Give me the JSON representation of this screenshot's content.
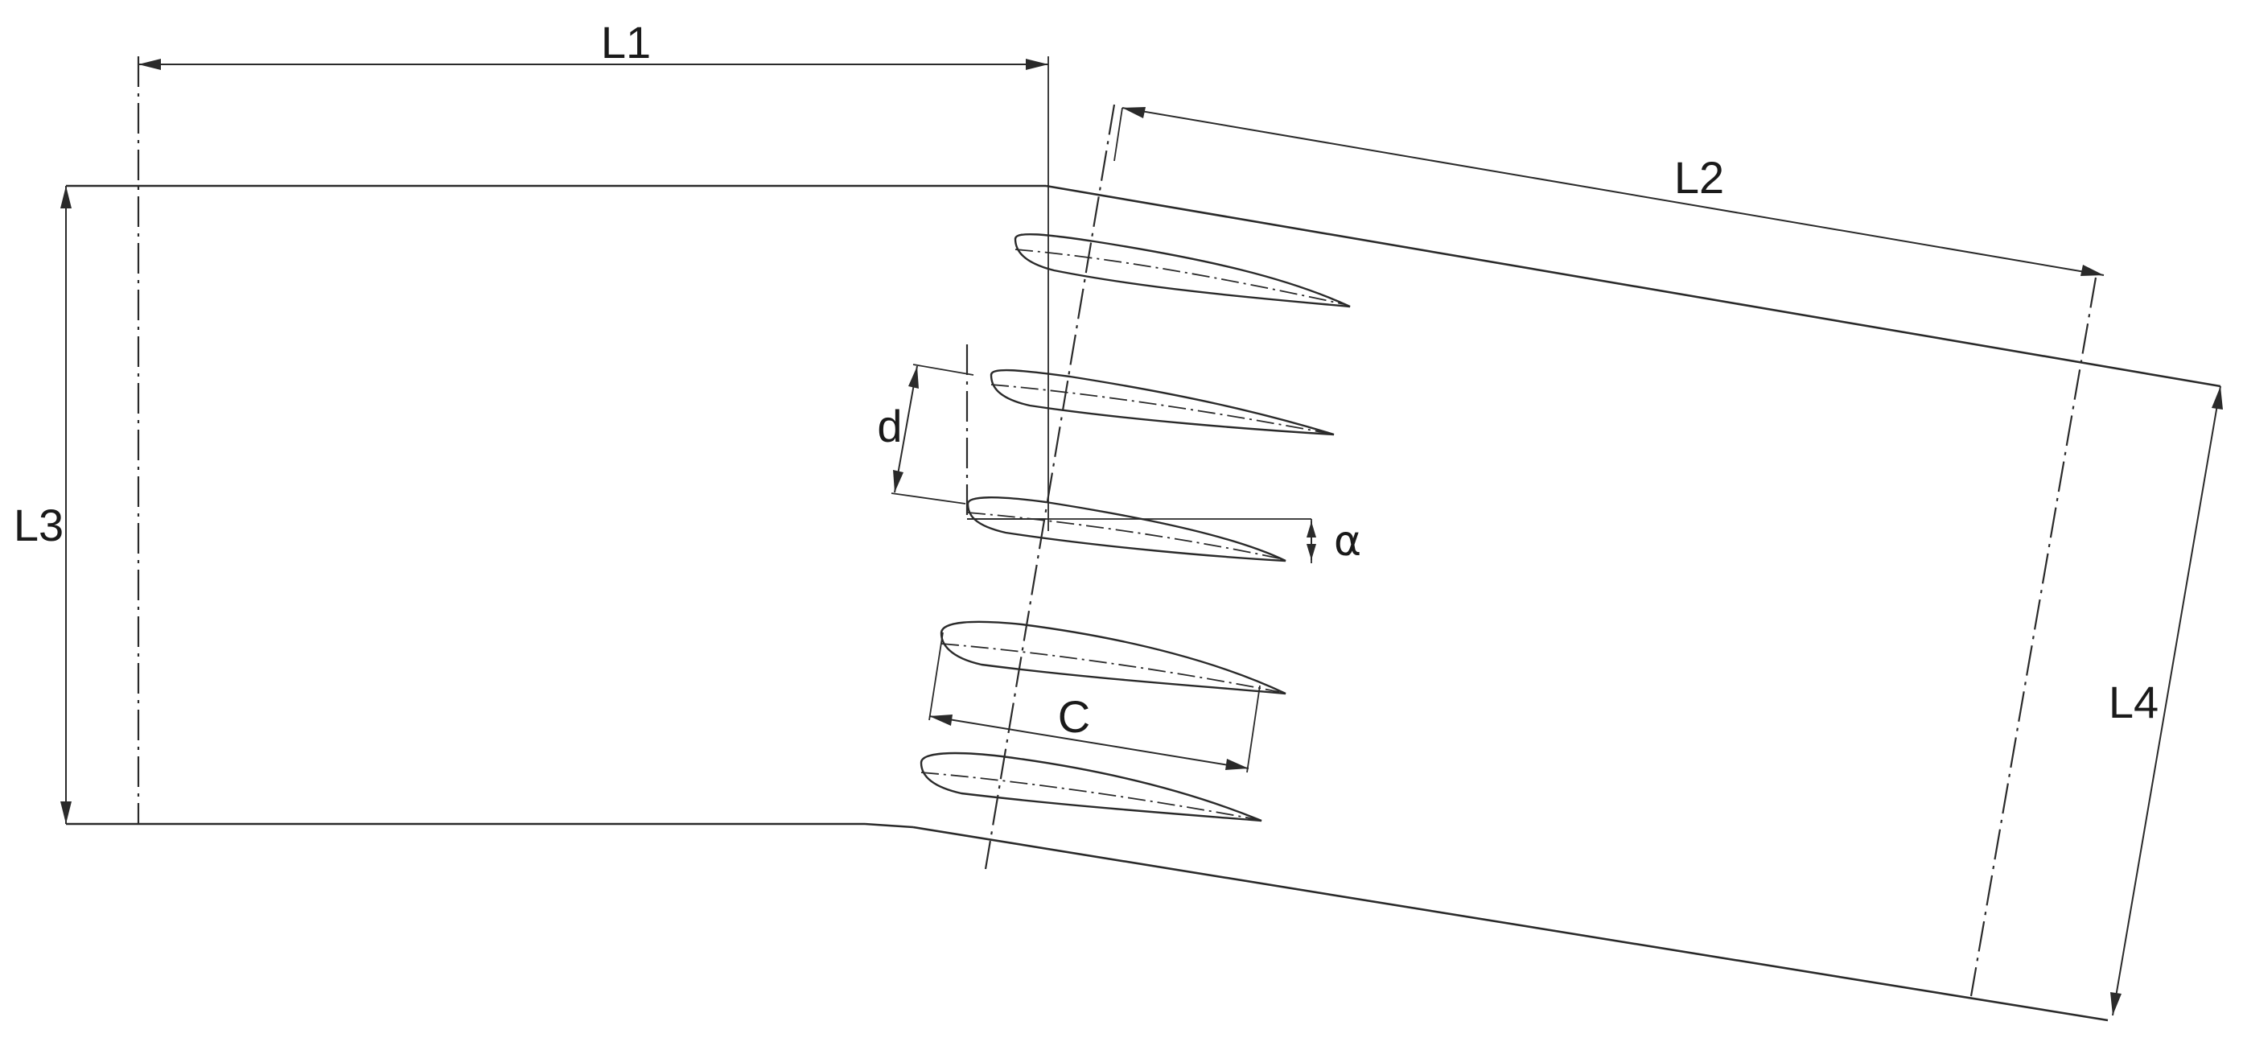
{
  "dimensions": {
    "l1": "L1",
    "l2": "L2",
    "l3": "L3",
    "l4": "L4",
    "d": "d",
    "alpha": "α",
    "c": "C"
  }
}
